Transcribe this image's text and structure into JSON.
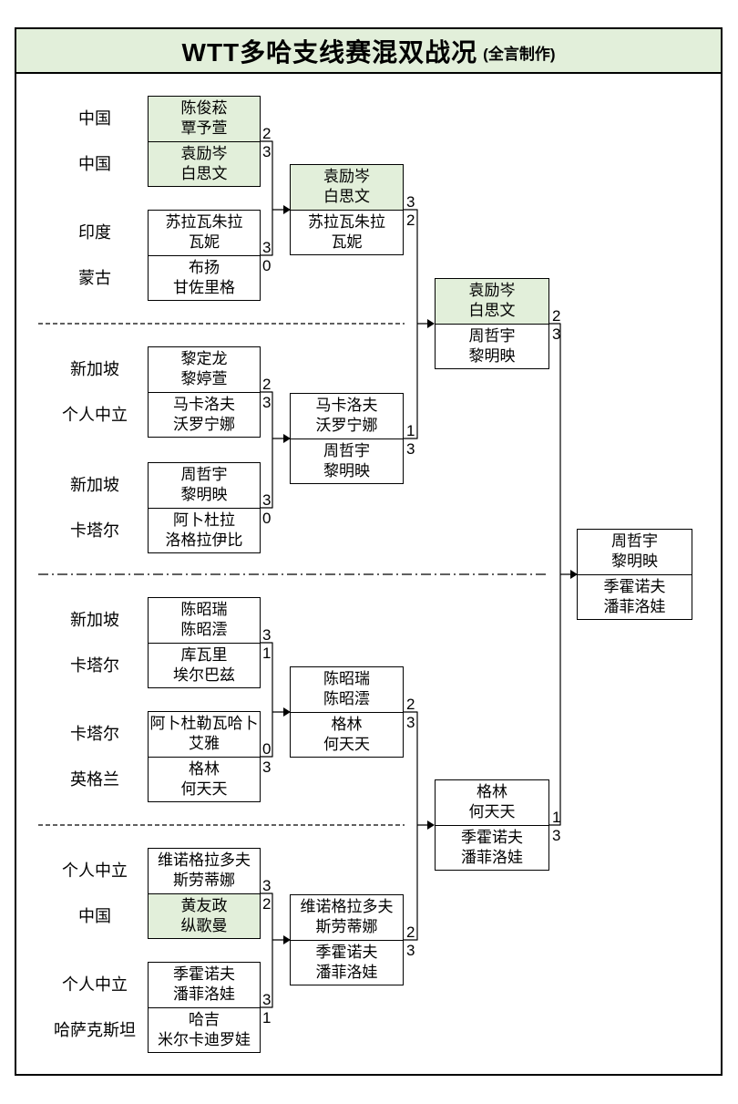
{
  "title": {
    "main": "WTT多哈支线赛混双战况",
    "credit": "(全言制作)"
  },
  "colors": {
    "highlight_green": "#e2efda",
    "border": "#000000",
    "background": "#ffffff"
  },
  "round1": [
    {
      "country": "中国",
      "p1": "陈俊菘",
      "p2": "覃予萱",
      "score": "2",
      "highlight": true
    },
    {
      "country": "中国",
      "p1": "袁励岑",
      "p2": "白思文",
      "score": "3",
      "highlight": true
    },
    {
      "country": "印度",
      "p1": "苏拉瓦朱拉",
      "p2": "瓦妮",
      "score": "3",
      "highlight": false
    },
    {
      "country": "蒙古",
      "p1": "布扬",
      "p2": "甘佐里格",
      "score": "0",
      "highlight": false
    },
    {
      "country": "新加坡",
      "p1": "黎定龙",
      "p2": "黎婷萱",
      "score": "2",
      "highlight": false
    },
    {
      "country": "个人中立",
      "p1": "马卡洛夫",
      "p2": "沃罗宁娜",
      "score": "3",
      "highlight": false
    },
    {
      "country": "新加坡",
      "p1": "周哲宇",
      "p2": "黎明映",
      "score": "3",
      "highlight": false
    },
    {
      "country": "卡塔尔",
      "p1": "阿卜杜拉",
      "p2": "洛格拉伊比",
      "score": "0",
      "highlight": false
    },
    {
      "country": "新加坡",
      "p1": "陈昭瑞",
      "p2": "陈昭澐",
      "score": "3",
      "highlight": false
    },
    {
      "country": "卡塔尔",
      "p1": "库瓦里",
      "p2": "埃尔巴兹",
      "score": "1",
      "highlight": false
    },
    {
      "country": "卡塔尔",
      "p1": "阿卜杜勒瓦哈卜",
      "p2": "艾雅",
      "score": "0",
      "highlight": false
    },
    {
      "country": "英格兰",
      "p1": "格林",
      "p2": "何天天",
      "score": "3",
      "highlight": false
    },
    {
      "country": "个人中立",
      "p1": "维诺格拉多夫",
      "p2": "斯劳蒂娜",
      "score": "3",
      "highlight": false
    },
    {
      "country": "中国",
      "p1": "黄友政",
      "p2": "纵歌曼",
      "score": "2",
      "highlight": true
    },
    {
      "country": "个人中立",
      "p1": "季霍诺夫",
      "p2": "潘菲洛娃",
      "score": "3",
      "highlight": false
    },
    {
      "country": "哈萨克斯坦",
      "p1": "哈吉",
      "p2": "米尔卡迪罗娃",
      "score": "1",
      "highlight": false
    }
  ],
  "round2": [
    {
      "p1": "袁励岑",
      "p2": "白思文",
      "score": "3",
      "highlight": true
    },
    {
      "p1": "苏拉瓦朱拉",
      "p2": "瓦妮",
      "score": "2",
      "highlight": false
    },
    {
      "p1": "马卡洛夫",
      "p2": "沃罗宁娜",
      "score": "1",
      "highlight": false
    },
    {
      "p1": "周哲宇",
      "p2": "黎明映",
      "score": "3",
      "highlight": false
    },
    {
      "p1": "陈昭瑞",
      "p2": "陈昭澐",
      "score": "2",
      "highlight": false
    },
    {
      "p1": "格林",
      "p2": "何天天",
      "score": "3",
      "highlight": false
    },
    {
      "p1": "维诺格拉多夫",
      "p2": "斯劳蒂娜",
      "score": "2",
      "highlight": false
    },
    {
      "p1": "季霍诺夫",
      "p2": "潘菲洛娃",
      "score": "3",
      "highlight": false
    }
  ],
  "round3": [
    {
      "p1": "袁励岑",
      "p2": "白思文",
      "score": "2",
      "highlight": true
    },
    {
      "p1": "周哲宇",
      "p2": "黎明映",
      "score": "3",
      "highlight": false
    },
    {
      "p1": "格林",
      "p2": "何天天",
      "score": "1",
      "highlight": false
    },
    {
      "p1": "季霍诺夫",
      "p2": "潘菲洛娃",
      "score": "3",
      "highlight": false
    }
  ],
  "final": [
    {
      "p1": "周哲宇",
      "p2": "黎明映"
    },
    {
      "p1": "季霍诺夫",
      "p2": "潘菲洛娃"
    }
  ]
}
